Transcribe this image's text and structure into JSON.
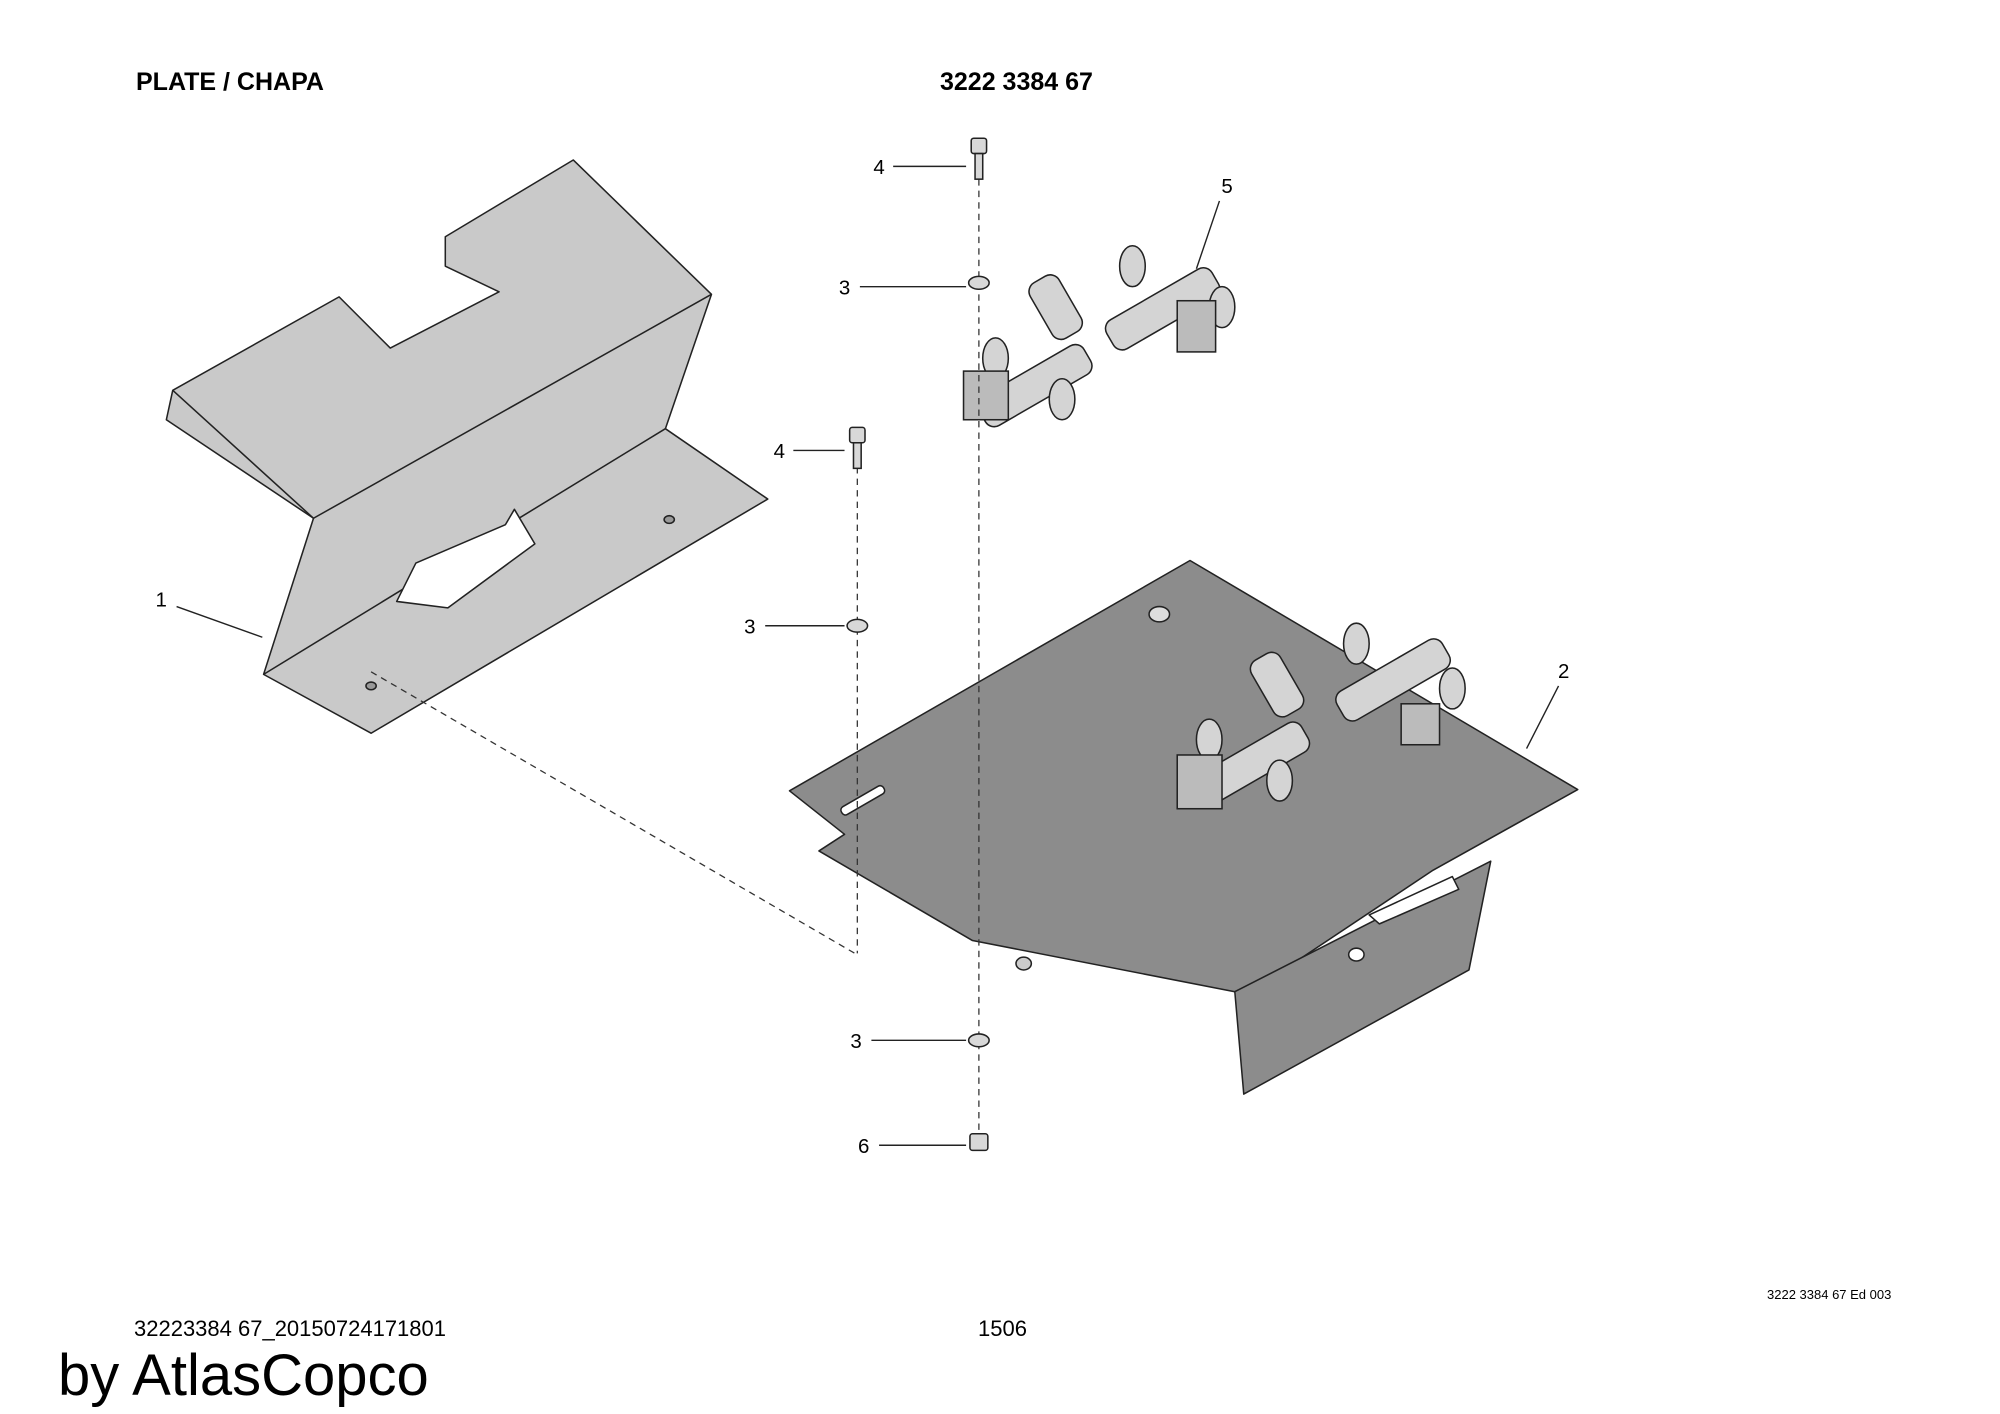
{
  "header": {
    "title": "PLATE / CHAPA",
    "part_number": "3222 3384 67"
  },
  "footer": {
    "edition": "3222 3384 67 Ed 003",
    "document_id": "32223384 67_20150724171801",
    "page_number": "1506",
    "watermark": "by AtlasCopco"
  },
  "callouts": [
    {
      "id": "1"
    },
    {
      "id": "2"
    },
    {
      "id": "3"
    },
    {
      "id": "3"
    },
    {
      "id": "3"
    },
    {
      "id": "4"
    },
    {
      "id": "4"
    },
    {
      "id": "5"
    },
    {
      "id": "6"
    }
  ],
  "colors": {
    "plate_light": "#c9c9c9",
    "plate_dark": "#8c8c8c",
    "fitting": "#d4d4d4"
  }
}
